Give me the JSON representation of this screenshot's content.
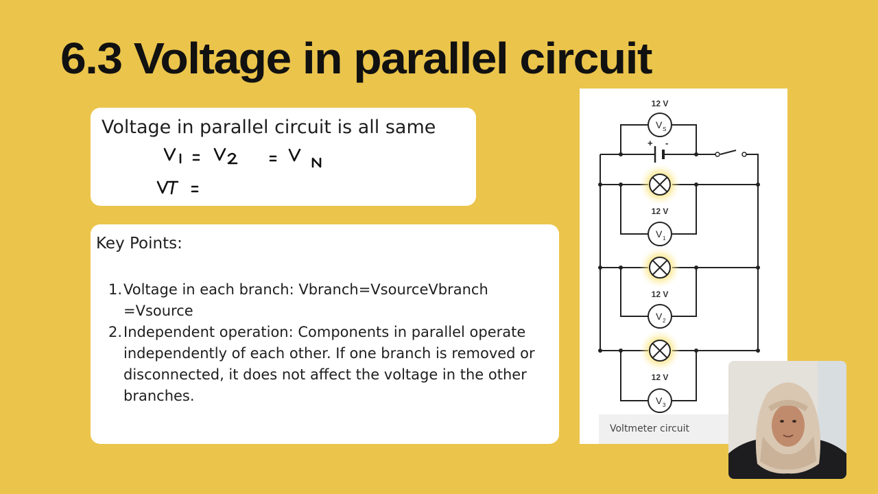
{
  "slide": {
    "title": "6.3 Voltage in parallel circuit",
    "background_color": "#ebc44b"
  },
  "summary_card": {
    "statement": "Voltage in parallel circuit is all same"
  },
  "key_points": {
    "heading": "Key Points:",
    "items": [
      {
        "number": "1.",
        "text": "Voltage in each branch: Vbranch=VsourceVbranch",
        "continuation": "=Vsource"
      },
      {
        "number": "2.",
        "text": "Independent operation: Components in parallel operate independently of each other. If one branch is removed or disconnected, it does not affect the voltage in the other branches."
      }
    ]
  },
  "figure": {
    "caption": "Voltmeter circuit",
    "voltmeters": [
      {
        "reading": "12 V",
        "symbol": "V",
        "subscript": "S"
      },
      {
        "reading": "12 V",
        "symbol": "V",
        "subscript": "1"
      },
      {
        "reading": "12 V",
        "symbol": "V",
        "subscript": "2"
      },
      {
        "reading": "12 V",
        "symbol": "V",
        "subscript": "3"
      }
    ],
    "battery_terminals": {
      "positive": "+",
      "negative": "-"
    }
  },
  "webcam": {
    "icon": "presenter-video-feed"
  }
}
